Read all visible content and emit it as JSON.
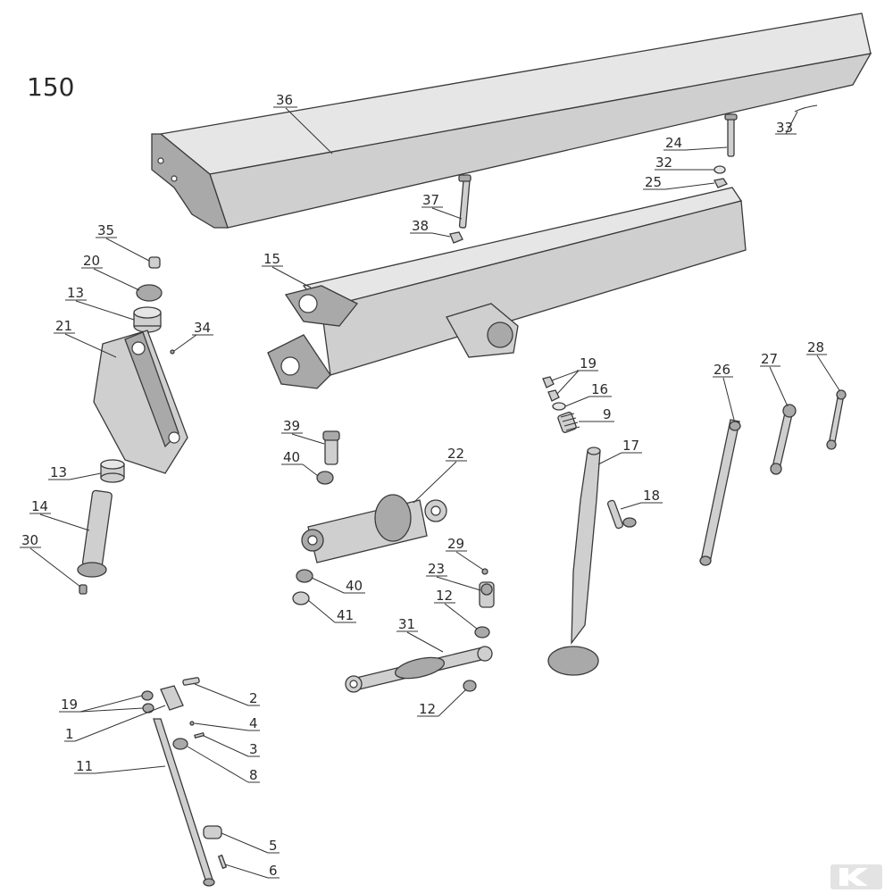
{
  "figure_number": "150",
  "callouts": [
    {
      "id": "36",
      "text": "36"
    },
    {
      "id": "33",
      "text": "33"
    },
    {
      "id": "24",
      "text": "24"
    },
    {
      "id": "32",
      "text": "32"
    },
    {
      "id": "25",
      "text": "25"
    },
    {
      "id": "37",
      "text": "37"
    },
    {
      "id": "38",
      "text": "38"
    },
    {
      "id": "35",
      "text": "35"
    },
    {
      "id": "20",
      "text": "20"
    },
    {
      "id": "13a",
      "text": "13"
    },
    {
      "id": "21",
      "text": "21"
    },
    {
      "id": "34",
      "text": "34"
    },
    {
      "id": "15",
      "text": "15"
    },
    {
      "id": "19a",
      "text": "19"
    },
    {
      "id": "16",
      "text": "16"
    },
    {
      "id": "9",
      "text": "9"
    },
    {
      "id": "26",
      "text": "26"
    },
    {
      "id": "27",
      "text": "27"
    },
    {
      "id": "28",
      "text": "28"
    },
    {
      "id": "39",
      "text": "39"
    },
    {
      "id": "40a",
      "text": "40"
    },
    {
      "id": "22",
      "text": "22"
    },
    {
      "id": "17",
      "text": "17"
    },
    {
      "id": "18",
      "text": "18"
    },
    {
      "id": "13b",
      "text": "13"
    },
    {
      "id": "14",
      "text": "14"
    },
    {
      "id": "30",
      "text": "30"
    },
    {
      "id": "29",
      "text": "29"
    },
    {
      "id": "23",
      "text": "23"
    },
    {
      "id": "40b",
      "text": "40"
    },
    {
      "id": "41",
      "text": "41"
    },
    {
      "id": "12a",
      "text": "12"
    },
    {
      "id": "31",
      "text": "31"
    },
    {
      "id": "12b",
      "text": "12"
    },
    {
      "id": "2",
      "text": "2"
    },
    {
      "id": "19b",
      "text": "19"
    },
    {
      "id": "4",
      "text": "4"
    },
    {
      "id": "1",
      "text": "1"
    },
    {
      "id": "3",
      "text": "3"
    },
    {
      "id": "11",
      "text": "11"
    },
    {
      "id": "8",
      "text": "8"
    },
    {
      "id": "5",
      "text": "5"
    },
    {
      "id": "6",
      "text": "6"
    }
  ],
  "colors": {
    "line": "#333333",
    "part": "#cfcfcf",
    "part_dark": "#a9a9a9",
    "watermark": "#e3e3e3"
  }
}
